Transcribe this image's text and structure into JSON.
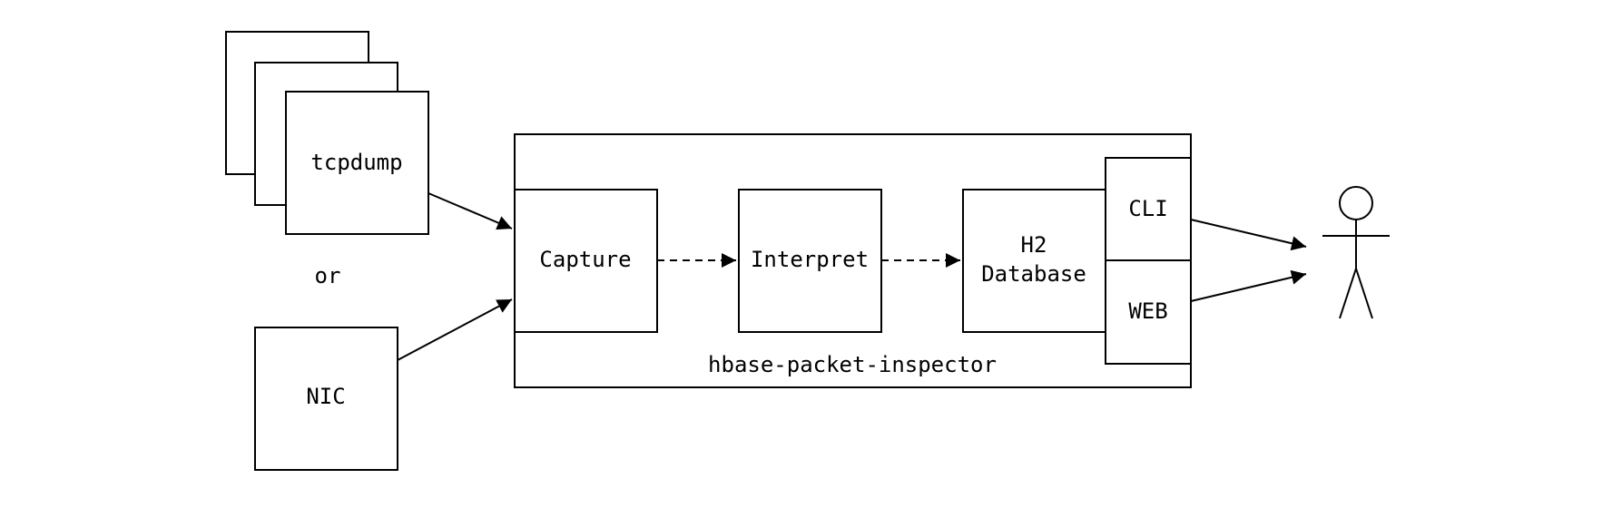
{
  "nodes": {
    "tcpdump": "tcpdump",
    "or": "or",
    "nic": "NIC",
    "capture": "Capture",
    "interpret": "Interpret",
    "h2_line1": "H2",
    "h2_line2": "Database",
    "cli": "CLI",
    "web": "WEB",
    "container": "hbase-packet-inspector"
  },
  "colors": {
    "stroke": "#000000",
    "background": "#ffffff"
  },
  "icons": {
    "user": "stick-figure-icon"
  }
}
